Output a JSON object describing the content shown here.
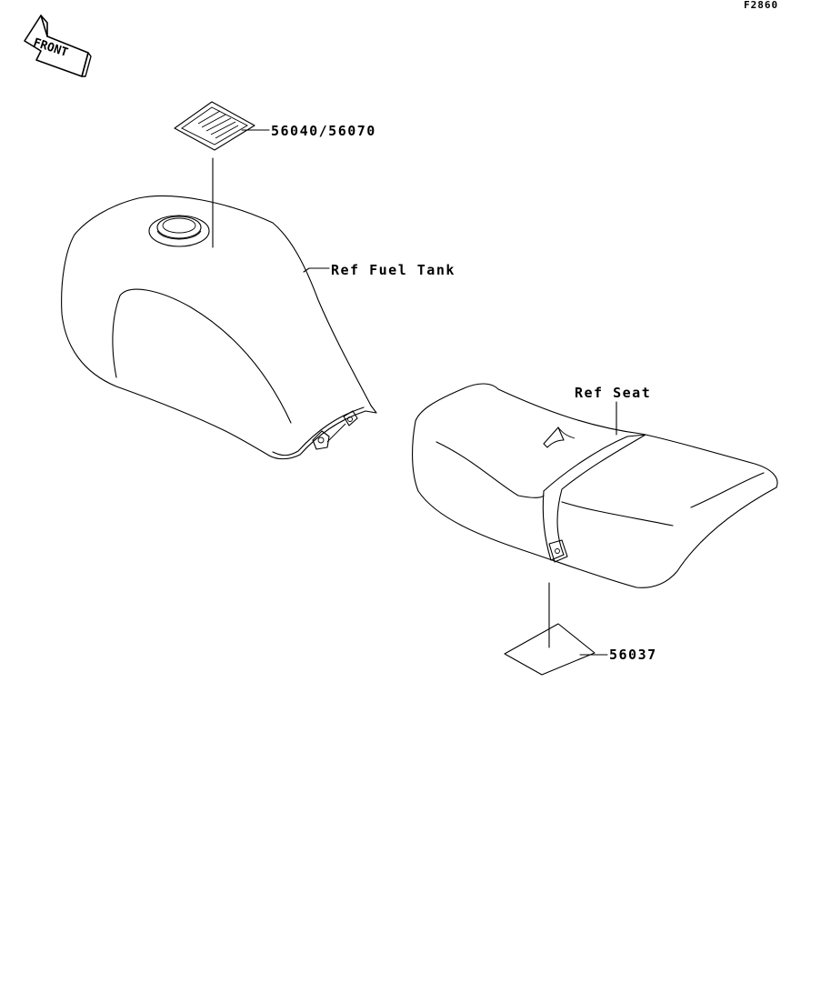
{
  "diagram_code": "F2860",
  "front_indicator": {
    "text": "FRONT",
    "icon": "front-direction-arrow-icon"
  },
  "callouts": {
    "tank_label": "56040/56070",
    "fuel_tank": "Ref Fuel Tank",
    "seat": "Ref Seat",
    "seat_label": "56037"
  },
  "colors": {
    "ink": "#000000",
    "paper": "#ffffff"
  }
}
